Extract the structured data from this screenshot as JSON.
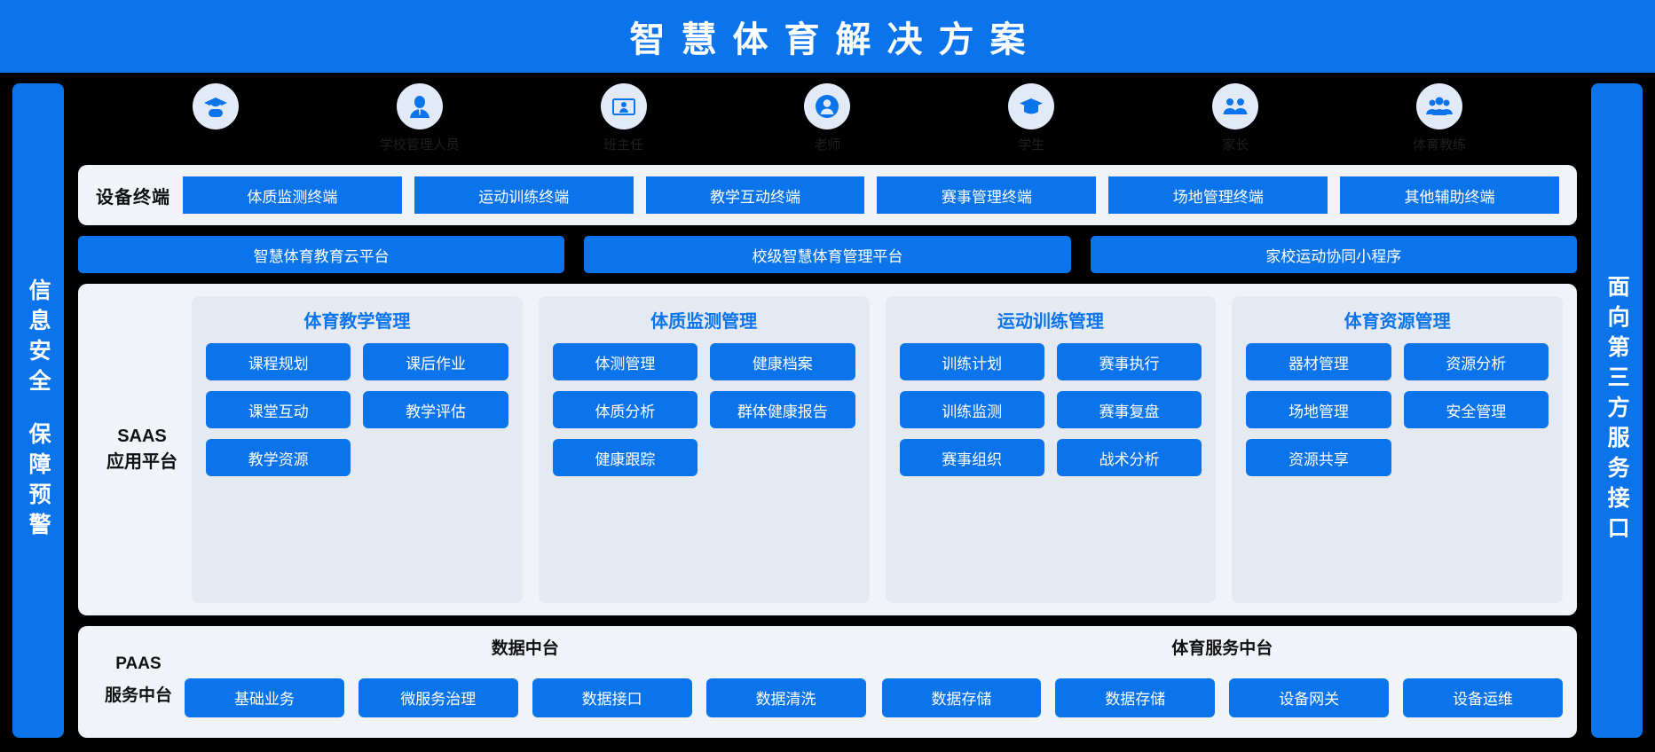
{
  "header": {
    "title": "智慧体育解决方案"
  },
  "colors": {
    "brand_blue": "#0C74EB",
    "panel_gray": "#F0F3F7",
    "panel_gray_deep": "#E4E9F2",
    "icon_circle": "#E2EAF7",
    "background": "#000000"
  },
  "sidebars": {
    "left": {
      "line1": "信息安全",
      "line2": "保障预警",
      "icon": "shield-icon"
    },
    "right": {
      "text": "面向第三方服务接口",
      "icon": "plug-icon"
    }
  },
  "personas": [
    {
      "label": "",
      "icon": "graduate-cap-icon"
    },
    {
      "label": "学校管理人员",
      "icon": "admin-person-icon"
    },
    {
      "label": "班主任",
      "icon": "teacher-board-icon"
    },
    {
      "label": "老师",
      "icon": "person-icon"
    },
    {
      "label": "学生",
      "icon": "student-cap-icon"
    },
    {
      "label": "家长",
      "icon": "parents-icon"
    },
    {
      "label": "体育教练",
      "icon": "coach-group-icon"
    }
  ],
  "terminals": {
    "label": "设备终端",
    "items": [
      "体质监测终端",
      "运动训练终端",
      "教学互动终端",
      "赛事管理终端",
      "场地管理终端",
      "其他辅助终端"
    ]
  },
  "platforms": [
    "智慧体育教育云平台",
    "校级智慧体育管理平台",
    "家校运动协同小程序"
  ],
  "saas": {
    "label_line1": "SAAS",
    "label_line2": "应用平台",
    "columns": [
      {
        "title": "体育教学管理",
        "items": [
          "课程规划",
          "课后作业",
          "课堂互动",
          "教学评估",
          "教学资源"
        ]
      },
      {
        "title": "体质监测管理",
        "items": [
          "体测管理",
          "健康档案",
          "体质分析",
          "群体健康报告",
          "健康跟踪"
        ]
      },
      {
        "title": "运动训练管理",
        "items": [
          "训练计划",
          "赛事执行",
          "训练监测",
          "赛事复盘",
          "赛事组织",
          "战术分析"
        ]
      },
      {
        "title": "体育资源管理",
        "items": [
          "器材管理",
          "资源分析",
          "场地管理",
          "安全管理",
          "资源共享"
        ]
      }
    ]
  },
  "paas": {
    "label_line1": "PAAS",
    "label_line2": "服务中台",
    "groups": [
      {
        "title": "数据中台",
        "items": [
          "基础业务",
          "微服务治理",
          "数据接口",
          "数据清洗"
        ]
      },
      {
        "title": "体育服务中台",
        "items": [
          "数据存储",
          "数据存储",
          "设备网关",
          "设备运维"
        ]
      }
    ]
  }
}
